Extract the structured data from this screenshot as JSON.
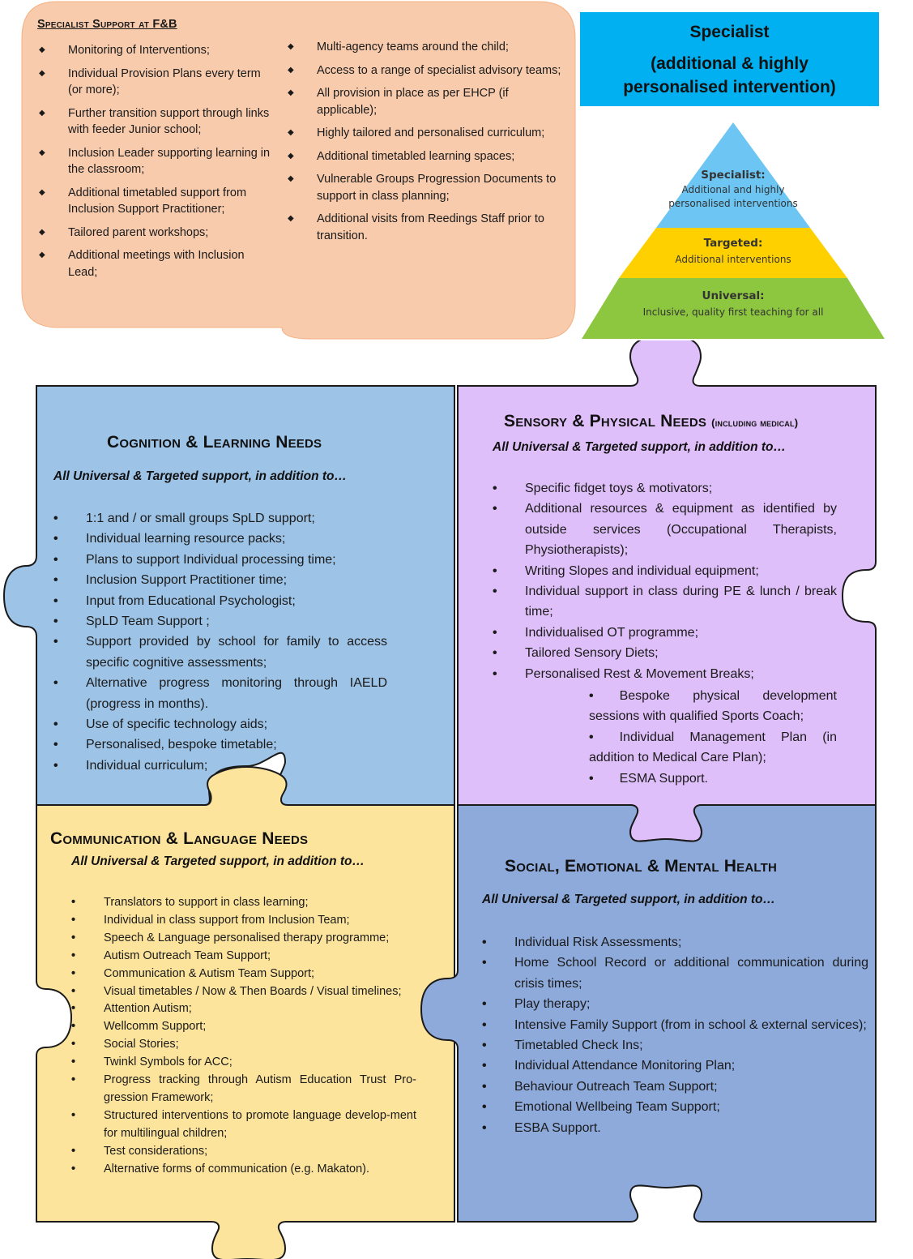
{
  "specialist_support": {
    "title": "Specialist Support at F&B",
    "column1": [
      "Monitoring of Interventions;",
      "Individual Provision Plans every term (or more);",
      "Further transition support through links with feeder Junior school;",
      "Inclusion Leader supporting learning in the classroom;",
      "Additional timetabled support from Inclusion Support Practitioner;",
      "Tailored parent workshops;",
      "Additional meetings with Inclusion Lead;"
    ],
    "column2": [
      "Multi-agency teams around the child;",
      "Access to a range of specialist advisory teams;",
      "All provision in place as per EHCP (if applicable);",
      "Highly tailored and personalised curriculum;",
      "Additional timetabled learning spaces;",
      "Vulnerable Groups Progression Documents to support in class planning;",
      "Additional visits from Reedings Staff prior to transition."
    ]
  },
  "header": {
    "title": "Specialist",
    "subtitle": "(additional & highly personalised intervention)"
  },
  "pyramid": {
    "top": {
      "heading": "Specialist:",
      "line1": "Additional and highly",
      "line2": "personalised interventions",
      "color": "#6cc5f2"
    },
    "middle": {
      "heading": "Targeted:",
      "line1": "Additional interventions",
      "color": "#ffd000"
    },
    "bottom": {
      "heading": "Universal:",
      "line1": "Inclusive, quality first teaching for all",
      "color": "#8dc63f"
    }
  },
  "quadrants": {
    "cognition": {
      "title": "Cognition & Learning Needs",
      "subtitle": "All Universal & Targeted support, in addition to…",
      "color": "#9dc3e6",
      "items": [
        "1:1 and / or small groups SpLD support;",
        "Individual learning resource packs;",
        "Plans to support Individual processing time;",
        "Inclusion Support Practitioner time;",
        "Input from Educational Psychologist;",
        "SpLD Team Support ;",
        "Support provided by school for family to access specific cognitive assessments;",
        "Alternative progress monitoring through IAELD (progress in months).",
        "Use of specific technology aids;",
        "Personalised, bespoke timetable;",
        "Individual curriculum;"
      ]
    },
    "sensory": {
      "title": "Sensory & Physical Needs",
      "title_note": "(including medical)",
      "subtitle": "All Universal & Targeted support, in addition to…",
      "color": "#dfbff9",
      "items": [
        "Specific fidget toys & motivators;",
        "Additional resources & equipment as identified by outside services (Occupational Therapists, Physiotherapists);",
        "Writing Slopes and individual equipment;",
        "Individual support in class during PE & lunch / break time;",
        "Individualised OT programme;",
        "Tailored Sensory Diets;",
        "Personalised Rest & Movement Breaks;"
      ],
      "sub_items": [
        "Bespoke physical development sessions with qualified Sports Coach;",
        "Individual Management Plan (in addition to Medical Care Plan);",
        "ESMA Support."
      ]
    },
    "communication": {
      "title": "Communication & Language Needs",
      "subtitle": "All Universal & Targeted support, in addition to…",
      "color": "#fde49c",
      "items": [
        "Translators to support in class learning;",
        "Individual in class support from Inclusion Team;",
        "Speech & Language personalised therapy programme;",
        "Autism Outreach Team Support;",
        "Communication & Autism Team Support;",
        "Visual timetables / Now & Then Boards / Visual timelines;",
        "Attention Autism;",
        "Wellcomm Support;",
        "Social Stories;",
        "Twinkl Symbols for ACC;",
        "Progress tracking through Autism Education Trust Pro-gression Framework;",
        "Structured interventions to promote language develop-ment for multilingual children;",
        "Test considerations;",
        "Alternative forms of communication (e.g. Makaton)."
      ]
    },
    "social": {
      "title": "Social, Emotional & Mental Health",
      "subtitle": "All Universal & Targeted support, in addition to…",
      "color": "#8eaadb",
      "items": [
        "Individual Risk Assessments;",
        "Home School Record or additional communication during crisis times;",
        "Play therapy;",
        "Intensive Family Support (from in school & external services);",
        "Timetabled Check Ins;",
        "Individual Attendance Monitoring Plan;",
        "Behaviour Outreach Team Support;",
        "Emotional Wellbeing Team Support;",
        "ESBA Support."
      ]
    }
  },
  "colors": {
    "peach": "#f8cbad",
    "header_blue": "#00b0f0"
  }
}
